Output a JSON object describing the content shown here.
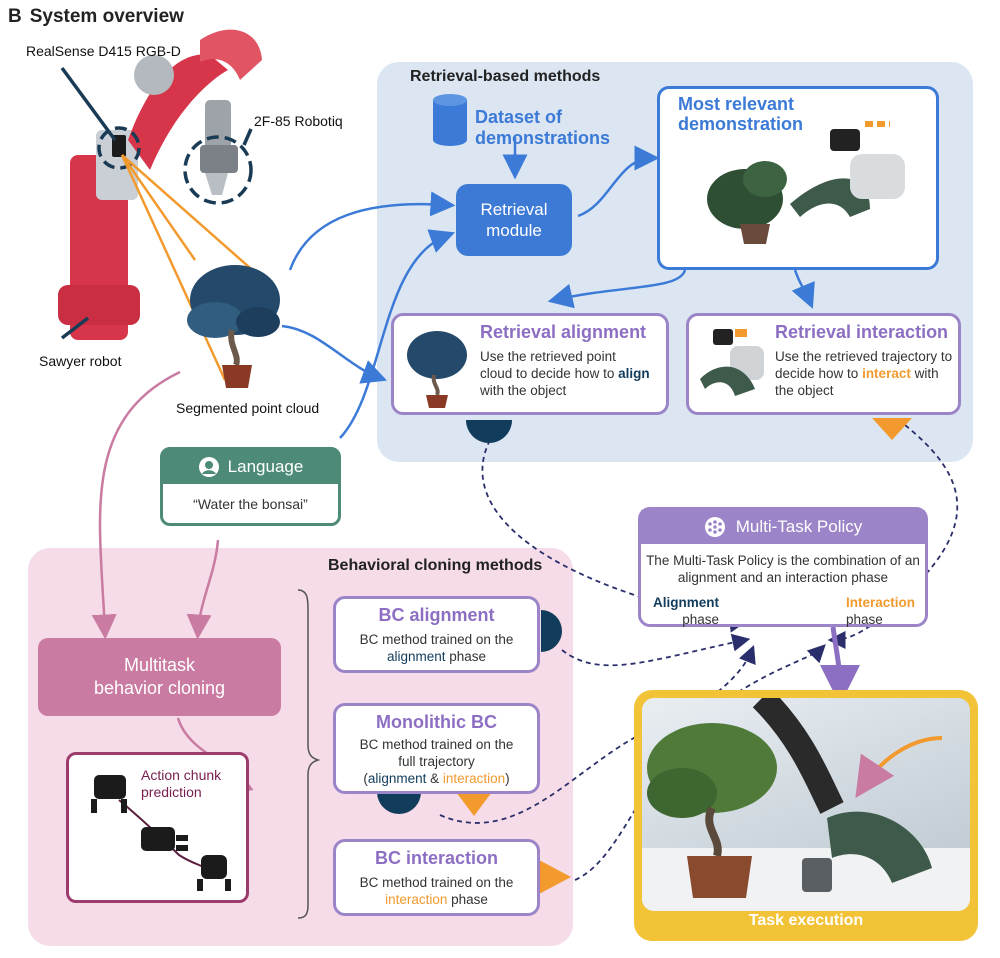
{
  "title": {
    "letter": "B",
    "text": "System overview"
  },
  "robot": {
    "camera_label": "RealSense D415 RGB-D",
    "gripper_label": "2F-85 Robotiq",
    "robot_label": "Sawyer robot",
    "pointcloud_label": "Segmented point cloud"
  },
  "language": {
    "header": "Language",
    "instruction": "“Water the bonsai”"
  },
  "retrieval": {
    "section_title": "Retrieval-based methods",
    "dataset": {
      "line1": "Dataset of",
      "line2": "demonstrations"
    },
    "module": {
      "line1": "Retrieval",
      "line2": "module"
    },
    "relevant": {
      "line1": "Most relevant",
      "line2": "demonstration"
    },
    "alignment": {
      "title": "Retrieval alignment",
      "line1": "Use the retrieved  point",
      "line2a": "cloud to decide how to ",
      "keyword": "align",
      "line3": "with the object"
    },
    "interaction": {
      "title": "Retrieval interaction",
      "line1": "Use the retrieved  trajectory to",
      "line2a": "decide how to ",
      "keyword": "interact",
      "line2b": " with",
      "line3": "the object"
    }
  },
  "mtp": {
    "header": "Multi-Task Policy",
    "line1": "The Multi-Task Policy is the combination of an",
    "line2": "alignment and an interaction phase",
    "align_word": "Alignment",
    "interact_word": "Interaction",
    "phase_word": "phase"
  },
  "bc": {
    "section_title": "Behavioral cloning methods",
    "mtbc": {
      "line1": "Multitask",
      "line2": "behavior cloning"
    },
    "chunk": {
      "line1": "Action chunk",
      "line2": "prediction"
    },
    "alignment": {
      "title": "BC alignment",
      "line1": "BC method trained on the",
      "keyword": "alignment",
      "line2b": " phase"
    },
    "monolithic": {
      "title": "Monolithic BC",
      "line1": "BC method trained on the",
      "line2": "full trajectory",
      "open": "(",
      "kw1": "alignment",
      "amp": " & ",
      "kw2": "interaction",
      "close": ")"
    },
    "interaction": {
      "title": "BC interaction",
      "line1": "BC method trained on the",
      "keyword": "interaction",
      "line2b": " phase"
    }
  },
  "task": {
    "label": "Task execution"
  },
  "colors": {
    "align": "#123c5c",
    "interact": "#f29a2e",
    "retrieval_blue": "#3b7ad6",
    "purple": "#9b84c8",
    "bc_pink": "#c97ba2",
    "task_yellow": "#f2c237",
    "language_green": "#4d8a78"
  }
}
